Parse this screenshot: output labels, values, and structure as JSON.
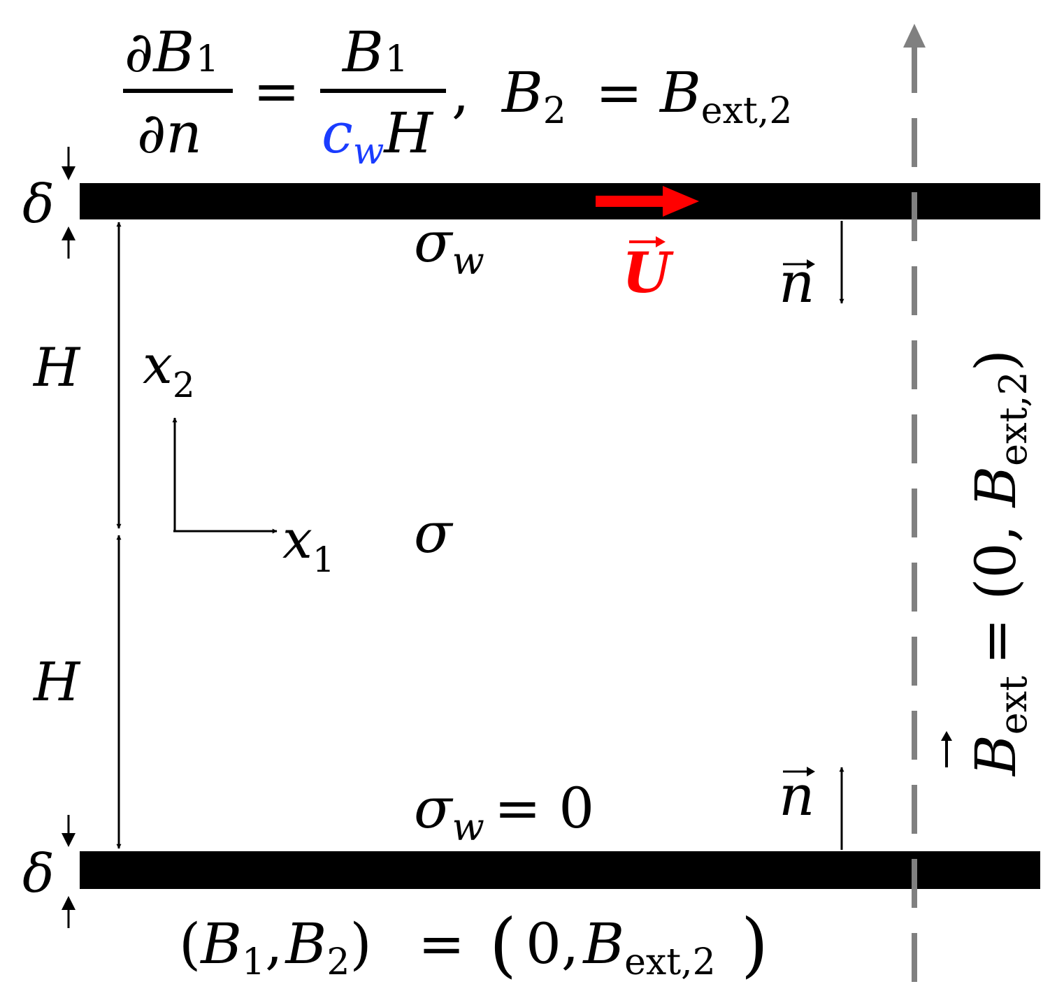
{
  "colors": {
    "ink": "#000000",
    "velocity": "#ff0000",
    "wall_ratio": "#1a3cff",
    "field_line": "#808080"
  },
  "top_bc": {
    "dB1": "∂B",
    "dB1_sub": "1",
    "dn": "∂n",
    "eq": "=",
    "B1": "B",
    "B1_sub": "1",
    "cw": "c",
    "cw_sub": "w",
    "H": "H",
    "comma": ",",
    "B2": "B",
    "B2_sub": "2",
    "eq2": "=",
    "Bext": "B",
    "Bext_sub": "ext,2"
  },
  "labels": {
    "delta_top": "δ",
    "delta_bottom": "δ",
    "sigma_w_top": "σ",
    "sigma_w_top_sub": "w",
    "U": "U",
    "n_top": "n",
    "H_top": "H",
    "H_bottom": "H",
    "x2": "x",
    "x2_sub": "2",
    "x1": "x",
    "x1_sub": "1",
    "sigma": "σ",
    "sigma_w_bottom": "σ",
    "sigma_w_bottom_sub": "w",
    "sigma_w_bottom_eq": "= 0",
    "n_bottom": "n"
  },
  "bottom_bc": {
    "open": "(",
    "B1": "B",
    "B1_sub": "1",
    "comma": ",",
    "B2": "B",
    "B2_sub": "2",
    "close": ")",
    "eq": "=",
    "big_open": "(",
    "zero": "0,",
    "Bext": "B",
    "Bext_sub": "ext,2",
    "big_close": ")"
  },
  "field_label": {
    "B": "B",
    "sub": "ext",
    "rest": "= (0, ",
    "B2": "B",
    "B2_sub": "ext,2",
    "close": ")"
  }
}
